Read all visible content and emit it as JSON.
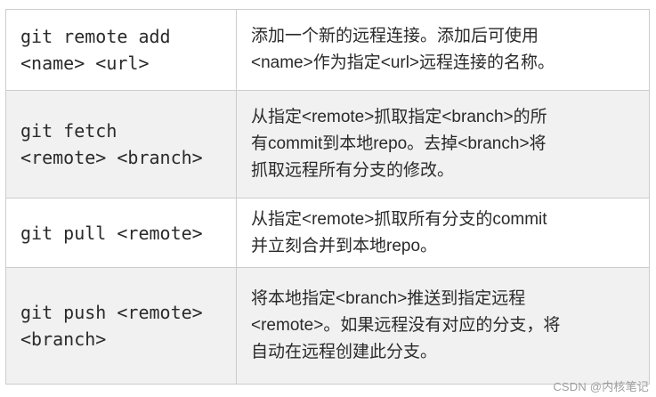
{
  "table": {
    "rows": [
      {
        "command": "git remote add\n<name> <url>",
        "description": "添加一个新的远程连接。添加后可使用\n<name>作为指定<url>远程连接的名称。"
      },
      {
        "command": "git fetch\n<remote> <branch>",
        "description": "从指定<remote>抓取指定<branch>的所\n有commit到本地repo。去掉<branch>将\n抓取远程所有分支的修改。"
      },
      {
        "command": "git pull <remote>",
        "description": "从指定<remote>抓取所有分支的commit\n并立刻合并到本地repo。"
      },
      {
        "command": "git push <remote>\n<branch>",
        "description": "将本地指定<branch>推送到指定远程\n<remote>。如果远程没有对应的分支，将\n自动在远程创建此分支。"
      }
    ]
  },
  "watermark": "CSDN @内核笔记",
  "colors": {
    "border": "#cccccc",
    "alt_row_bg": "#f1f1f1",
    "text": "#2a2a2a",
    "watermark": "#9e9e9e"
  }
}
